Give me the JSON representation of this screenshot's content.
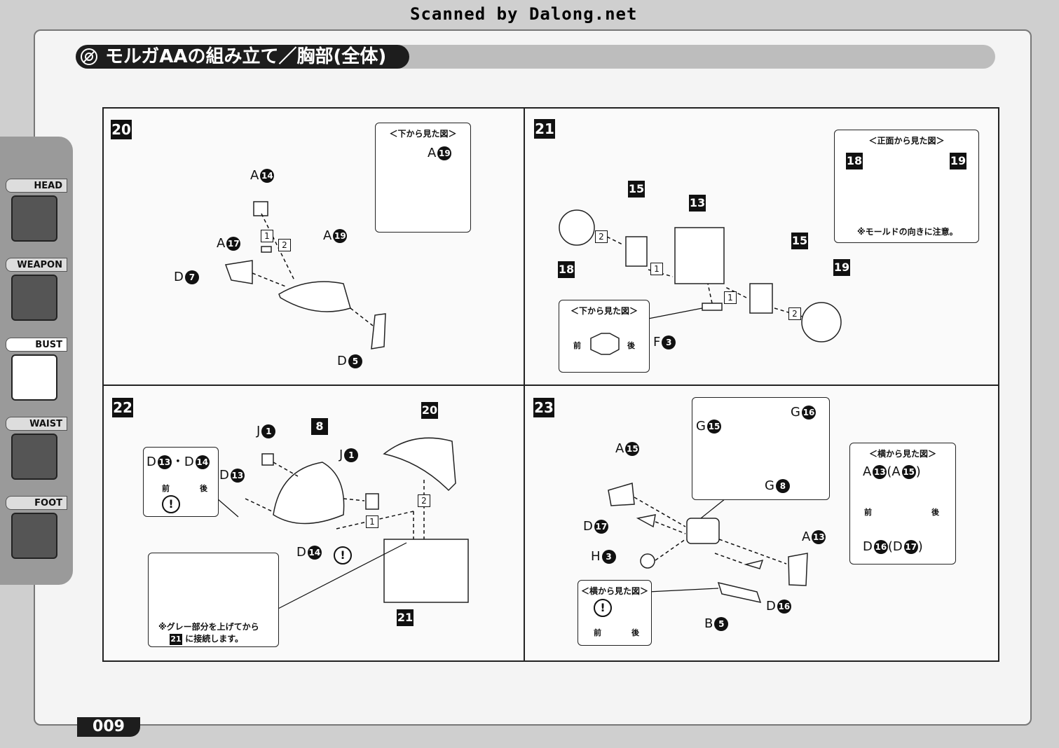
{
  "watermark": "Scanned by Dalong.net",
  "title": "モルガAAの組み立て／胸部(全体)",
  "nav": [
    {
      "label": "HEAD",
      "icon": "head-icon",
      "active": false
    },
    {
      "label": "WEAPON",
      "icon": "weapon-icon",
      "active": false
    },
    {
      "label": "BUST",
      "icon": "bust-icon",
      "active": true
    },
    {
      "label": "WAIST",
      "icon": "waist-icon",
      "active": false
    },
    {
      "label": "FOOT",
      "icon": "foot-icon",
      "active": false
    }
  ],
  "page_number": "009",
  "steps": {
    "s20": {
      "number": "20",
      "callout_title": "＜下から見た図＞",
      "parts": [
        {
          "letter": "A",
          "num": "14"
        },
        {
          "letter": "A",
          "num": "17"
        },
        {
          "letter": "D",
          "num": "7"
        },
        {
          "letter": "A",
          "num": "19"
        },
        {
          "letter": "D",
          "num": "5"
        },
        {
          "letter": "A",
          "num": "19"
        }
      ],
      "order": [
        "1",
        "2"
      ]
    },
    "s21": {
      "number": "21",
      "callout_front_title": "＜正面から見た図＞",
      "callout_front_note": "※モールドの向きに注意。",
      "callout_bottom_title": "＜下から見た図＞",
      "front": "前",
      "back": "後",
      "refs": [
        "15",
        "13",
        "15",
        "18",
        "19",
        "18",
        "19"
      ],
      "part": {
        "letter": "F",
        "num": "3"
      },
      "order": [
        "2",
        "1",
        "1",
        "2"
      ]
    },
    "s22": {
      "number": "22",
      "refs": [
        "8",
        "20",
        "21"
      ],
      "parts": [
        {
          "letter": "J",
          "num": "1"
        },
        {
          "letter": "J",
          "num": "1"
        },
        {
          "letter": "D",
          "num": "13"
        },
        {
          "letter": "D",
          "num": "14"
        }
      ],
      "callout_parts": "D13・D14",
      "callout_d": "D",
      "callout_n1": "13",
      "callout_sep": "・D",
      "callout_n2": "14",
      "front": "前",
      "back": "後",
      "note_line1": "※グレー部分を上げてから",
      "note_ref": "21",
      "note_line2": "に接続します。",
      "order": [
        "1",
        "2"
      ]
    },
    "s23": {
      "number": "23",
      "parts": [
        {
          "letter": "G",
          "num": "15"
        },
        {
          "letter": "G",
          "num": "16"
        },
        {
          "letter": "G",
          "num": "8"
        },
        {
          "letter": "A",
          "num": "15"
        },
        {
          "letter": "D",
          "num": "17"
        },
        {
          "letter": "H",
          "num": "3"
        },
        {
          "letter": "A",
          "num": "13"
        },
        {
          "letter": "D",
          "num": "16"
        },
        {
          "letter": "B",
          "num": "5"
        }
      ],
      "side_title": "＜横から見た図＞",
      "side_top": {
        "letter": "A",
        "num": "13",
        "alt_letter": "A",
        "alt_num": "15"
      },
      "side_bottom": {
        "letter": "D",
        "num": "16",
        "alt_letter": "D",
        "alt_num": "17"
      },
      "side2_title": "＜横から見た図＞",
      "front": "前",
      "back": "後"
    }
  }
}
